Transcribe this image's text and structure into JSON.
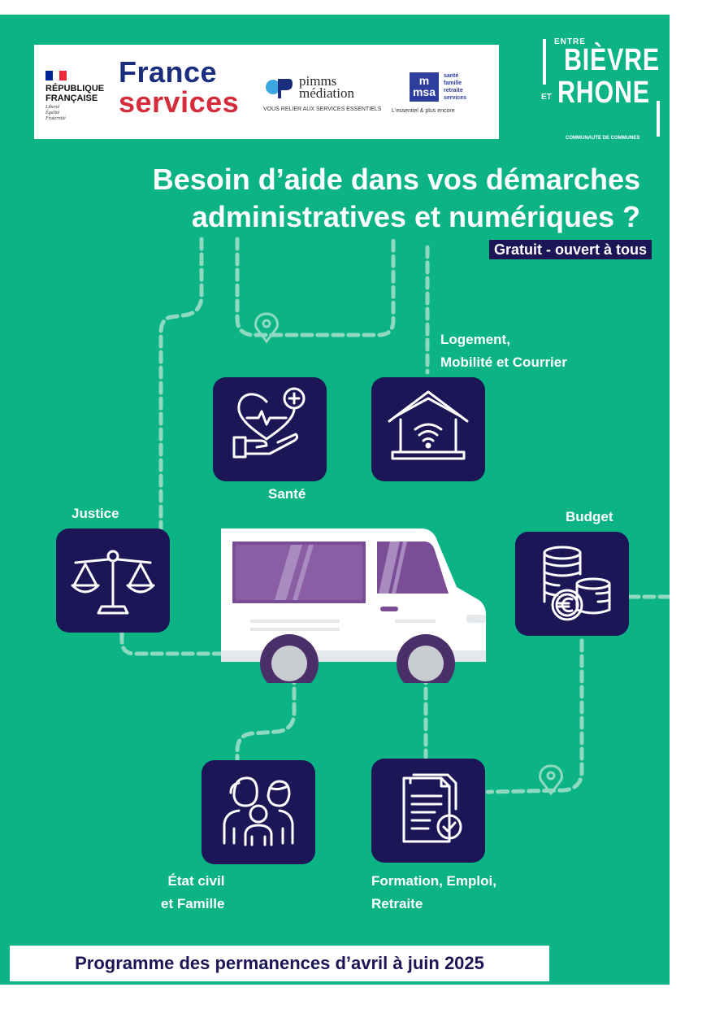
{
  "logos": {
    "republique": {
      "line1": "RÉPUBLIQUE",
      "line2": "FRANÇAISE",
      "motto": [
        "Liberté",
        "Égalité",
        "Fraternité"
      ],
      "colors": [
        "#002395",
        "#ffffff",
        "#ed2939"
      ]
    },
    "france_services": {
      "line1": "France",
      "line2": "services",
      "color1": "#1b2e7d",
      "color2": "#d62b3b"
    },
    "pimms": {
      "line1": "pimms",
      "line2": "médiation",
      "tagline": "VOUS RELIER AUX SERVICES ESSENTIELS",
      "colors": [
        "#3ba7e0",
        "#1b2e7d"
      ]
    },
    "msa": {
      "letters": "msa",
      "tags": [
        "santé",
        "famille",
        "retraite",
        "services"
      ],
      "tagline": "L'essentiel & plus encore",
      "color": "#2d3e9f"
    },
    "entre_bievre_rhone": {
      "entre": "ENTRE",
      "bievre": "BIÈVRE",
      "et": "ET",
      "rhone": "RHONE",
      "subtitle": "COMMUNAUTE DE COMMUNES"
    }
  },
  "title": {
    "line1": "Besoin d’aide dans vos démarches",
    "line2": "administratives et numériques ?"
  },
  "badge": "Gratuit - ouvert à tous",
  "services": {
    "sante": {
      "label": "Santé",
      "icon": "heart-hand-icon"
    },
    "logement": {
      "line1": "Logement,",
      "line2": "Mobilité et Courrier",
      "icon": "smart-house-icon"
    },
    "justice": {
      "label": "Justice",
      "icon": "scales-icon"
    },
    "budget": {
      "label": "Budget",
      "icon": "coins-euro-icon"
    },
    "etat_civil": {
      "line1": "État civil",
      "line2": "et Famille",
      "icon": "family-icon"
    },
    "formation": {
      "line1": "Formation, Emploi,",
      "line2": "Retraite",
      "icon": "document-check-icon"
    }
  },
  "vehicle": {
    "icon": "van-icon"
  },
  "footer": "Programme des permanences d’avril à juin 2025",
  "colors": {
    "background": "#0bb385",
    "tile": "#1c1656",
    "route": "#8fd9c1",
    "van_accent": "#7b4d97"
  }
}
